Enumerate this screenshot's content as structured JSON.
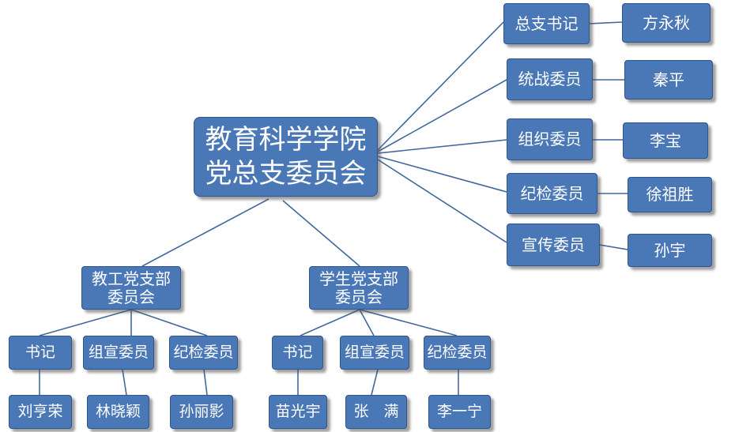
{
  "root": {
    "line1": "教育科学学院",
    "line2": "党总支委员会"
  },
  "committee": [
    {
      "role": "总支书记",
      "name": "方永秋"
    },
    {
      "role": "统战委员",
      "name": "秦平"
    },
    {
      "role": "组织委员",
      "name": "李宝"
    },
    {
      "role": "纪检委员",
      "name": "徐祖胜"
    },
    {
      "role": "宣传委员",
      "name": "孙宇"
    }
  ],
  "branches": [
    {
      "line1": "教工党支部",
      "line2": "委员会",
      "roles": [
        {
          "role": "书记",
          "name": "刘亨荣"
        },
        {
          "role": "组宣委员",
          "name": "林晓颖"
        },
        {
          "role": "纪检委员",
          "name": "孙丽影"
        }
      ]
    },
    {
      "line1": "学生党支部",
      "line2": "委员会",
      "roles": [
        {
          "role": "书记",
          "name": "苗光宇"
        },
        {
          "role": "组宣委员",
          "name": "张　满"
        },
        {
          "role": "纪检委员",
          "name": "李一宁"
        }
      ]
    }
  ],
  "colors": {
    "box_fill": "#4a77b6",
    "box_border": "#2f568f",
    "line": "#41679c",
    "text": "#ffffff"
  }
}
